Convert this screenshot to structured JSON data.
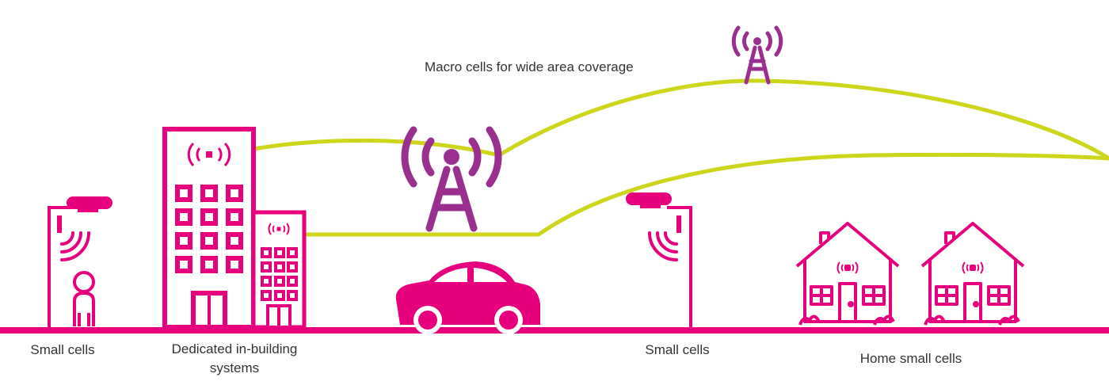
{
  "labels": {
    "macro": "Macro cells for wide area coverage",
    "small_cells_left": "Small cells",
    "in_building_line1": "Dedicated in-building",
    "in_building_line2": "systems",
    "small_cells_right": "Small cells",
    "home_small_cells": "Home small cells"
  },
  "icons": {
    "macro_tower": "radio-tower-icon",
    "street_cell": "street-light-small-cell-icon",
    "signal": "signal-waves-icon",
    "person": "person-icon",
    "building": "office-building-icon",
    "car": "car-icon",
    "house": "house-icon"
  },
  "colors": {
    "magenta": "#e6007e",
    "purple": "#9b2f8f",
    "coverage_line": "#cdd61a",
    "text": "#333333"
  }
}
